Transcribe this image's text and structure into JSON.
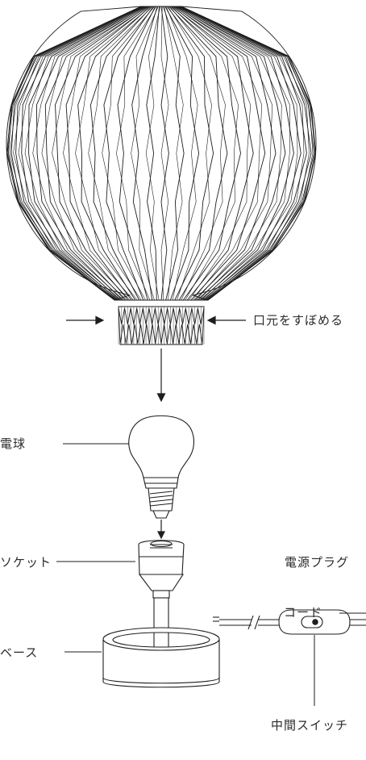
{
  "labels": {
    "neck": "口元をすぼめる",
    "bulb": "電球",
    "socket": "ソケット",
    "plug": "電源プラグ",
    "cord": "コード",
    "base": "ベース",
    "switch": "中間スイッチ"
  },
  "colors": {
    "line": "#1e1e1e",
    "text": "#2b2b2b"
  }
}
